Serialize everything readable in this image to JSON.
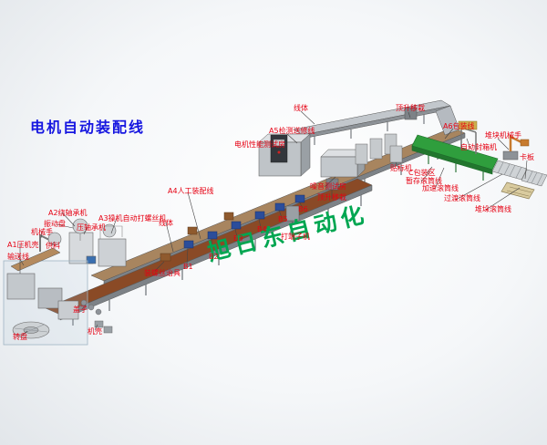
{
  "title": "电机自动装配线",
  "watermark": "旭日东自动化",
  "colors": {
    "title_blue": "#1616e0",
    "label_red": "#e60012",
    "watermark_green": "#00a651",
    "belt_brown": "#8a4a26",
    "conveyor_gray": "#c2c7cc",
    "packing_green": "#2f9e3d",
    "fixture_blue": "#2b4d9b",
    "background": "#f5f7f9"
  },
  "labels": [
    "线体",
    "顶升移栽",
    "A6包装线",
    "堆块机械手",
    "A5检测送修线",
    "电机性能测试房",
    "自动封箱机",
    "卡板",
    "贴标机",
    "C包装区",
    "暂存滚筒线",
    "噪音测试房",
    "加速滚筒线",
    "A4人工装配线",
    "顶升移栽",
    "过渡滚筒线",
    "堆垛滚筒线",
    "B6",
    "A2绕轴承机",
    "A3操机自动打螺丝机",
    "B5",
    "振动盘",
    "压轴承机",
    "线体",
    "机械手",
    "B4",
    "B3",
    "打端子机",
    "A1压机壳",
    "供料",
    "输送线",
    "B2",
    "B1",
    "装螺丝治具",
    "盖子",
    "机壳",
    "转盘"
  ]
}
